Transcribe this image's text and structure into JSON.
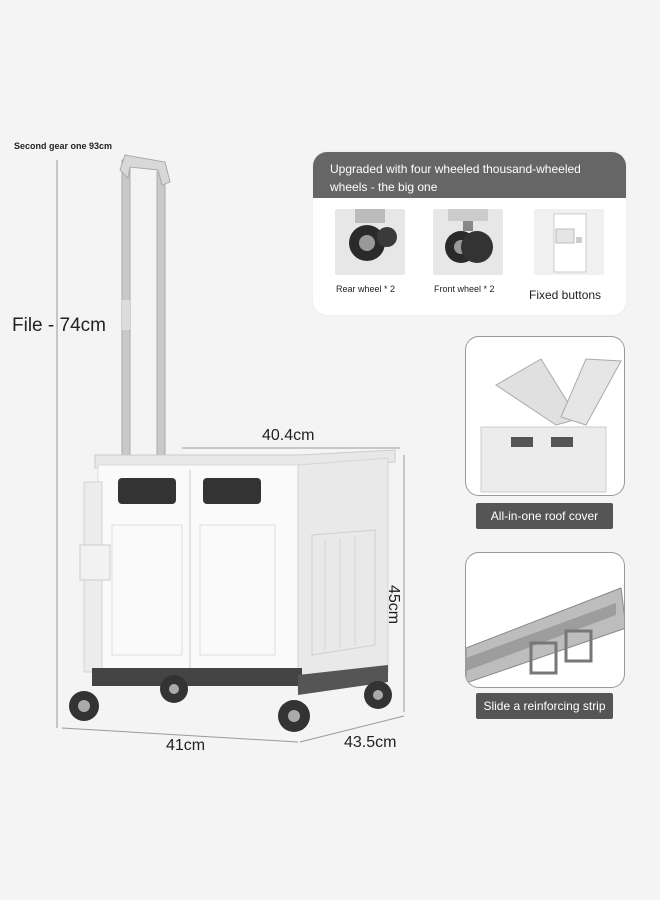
{
  "dimensions": {
    "second_gear": "Second gear one 93cm",
    "file_height": "File - 74cm",
    "top_width": "40.4cm",
    "height": "45cm",
    "front_width": "41cm",
    "depth": "43.5cm"
  },
  "features": {
    "heading": "Upgraded with four wheeled thousand-wheeled wheels - the big one",
    "items": [
      {
        "label": "Rear wheel * 2"
      },
      {
        "label": "Front wheel * 2"
      },
      {
        "label": "Fixed buttons"
      }
    ]
  },
  "side_panels": [
    {
      "label": "All-in-one roof cover"
    },
    {
      "label": "Slide a reinforcing strip"
    }
  ]
}
